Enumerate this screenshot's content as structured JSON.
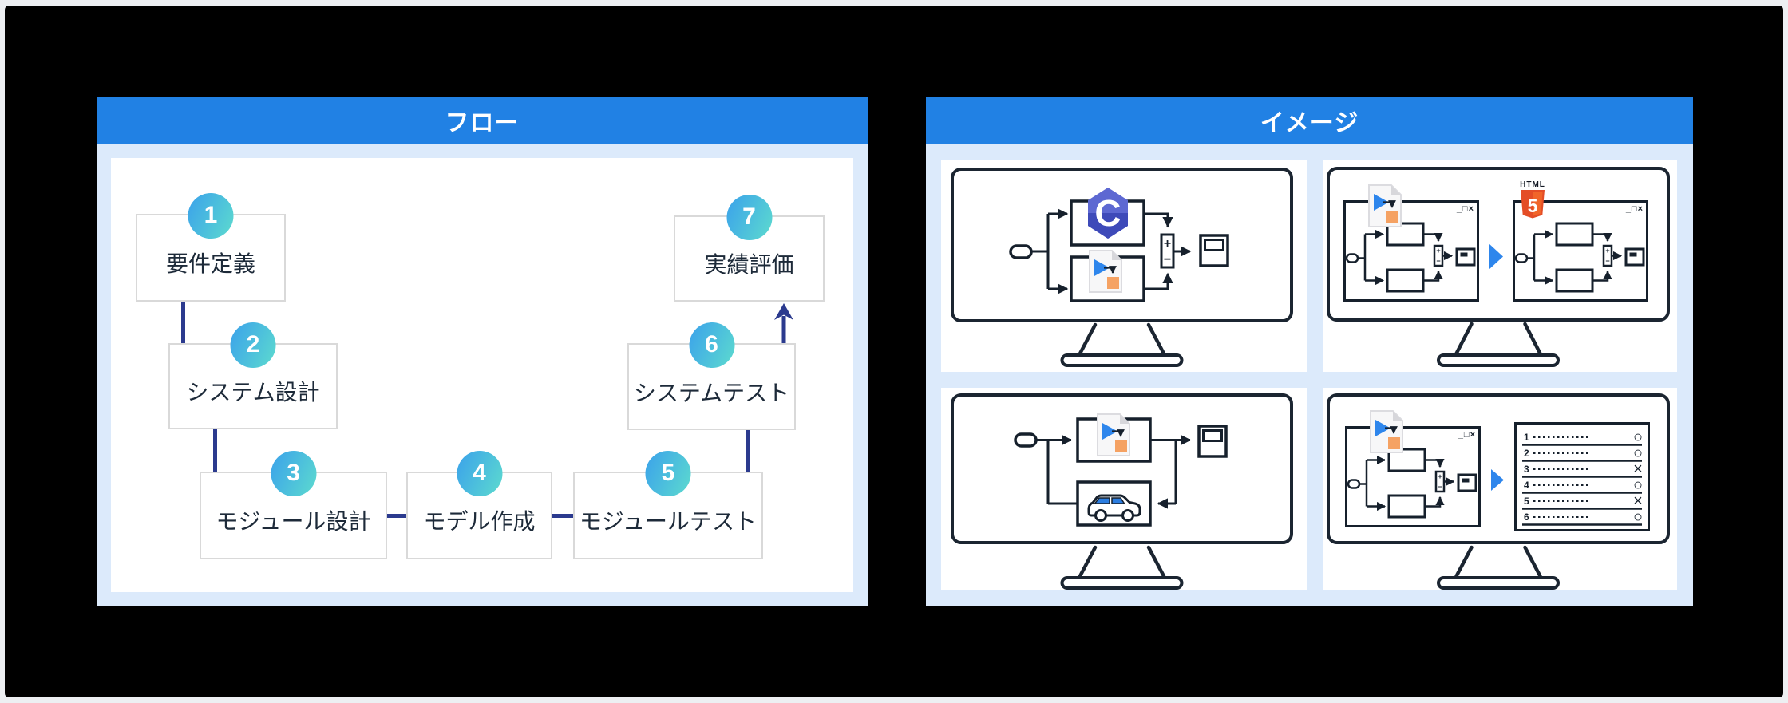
{
  "page": {
    "background": "#edeff2",
    "frame_color": "#000000"
  },
  "colors": {
    "header_blue": "#2181e4",
    "panel_light_blue": "#dceafb",
    "connector_navy": "#2b3a8e",
    "badge_gradient_start": "#3ea7e8",
    "badge_gradient_end": "#5bd8d0",
    "diagram_ink": "#16202c",
    "monitor_ink": "#1b2531",
    "blue_arrow": "#2e86ec",
    "orange_block": "#f5a263",
    "html5_orange": "#e44d26",
    "c_logo_indigo": "#4d59c8",
    "car_window_blue": "#2b7de0",
    "box_border_gray": "#d9d9d9"
  },
  "flow_panel": {
    "title": "フロー",
    "steps": [
      {
        "number": "1",
        "label": "要件定義"
      },
      {
        "number": "2",
        "label": "システム設計"
      },
      {
        "number": "3",
        "label": "モジュール設計"
      },
      {
        "number": "4",
        "label": "モデル作成"
      },
      {
        "number": "5",
        "label": "モジュールテスト"
      },
      {
        "number": "6",
        "label": "システムテスト"
      },
      {
        "number": "7",
        "label": "実績評価"
      }
    ]
  },
  "image_panel": {
    "title": "イメージ",
    "window_controls": "_□×",
    "sum_plus": "+",
    "sum_minus": "−",
    "c_logo_letter": "C",
    "html_logo_caption": "HTML",
    "html_logo_digit": "5",
    "icons": [
      "c-language-logo-icon",
      "simulink-model-file-icon",
      "html5-logo-icon",
      "car-icon",
      "scope-display-icon",
      "monitor-icon",
      "play-triangle-icon"
    ],
    "results": [
      {
        "no": "1",
        "symbol": "○"
      },
      {
        "no": "2",
        "symbol": "○"
      },
      {
        "no": "3",
        "symbol": "×"
      },
      {
        "no": "4",
        "symbol": "○"
      },
      {
        "no": "5",
        "symbol": "×"
      },
      {
        "no": "6",
        "symbol": "○"
      }
    ]
  }
}
